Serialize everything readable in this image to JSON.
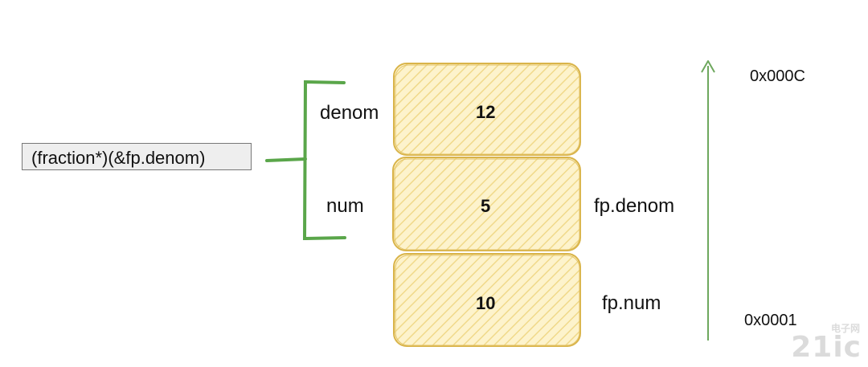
{
  "memory_cells": [
    {
      "value": "12",
      "field": "denom"
    },
    {
      "value": "5",
      "field": "num"
    },
    {
      "value": "10"
    }
  ],
  "struct_labels": {
    "top": "fp.denom",
    "bottom": "fp.num"
  },
  "cast_expression": "(fraction*)(&fp.denom)",
  "addresses": {
    "high": "0x000C",
    "low": "0x0001"
  },
  "colors": {
    "cell_fill": "#fdf3cc",
    "cell_stroke": "#d9b44a",
    "hatch": "#f0d98a",
    "bracket": "#5aa64a",
    "arrow": "#6ea85e"
  },
  "watermark": {
    "main": "21ic",
    "sub": "电子网"
  }
}
